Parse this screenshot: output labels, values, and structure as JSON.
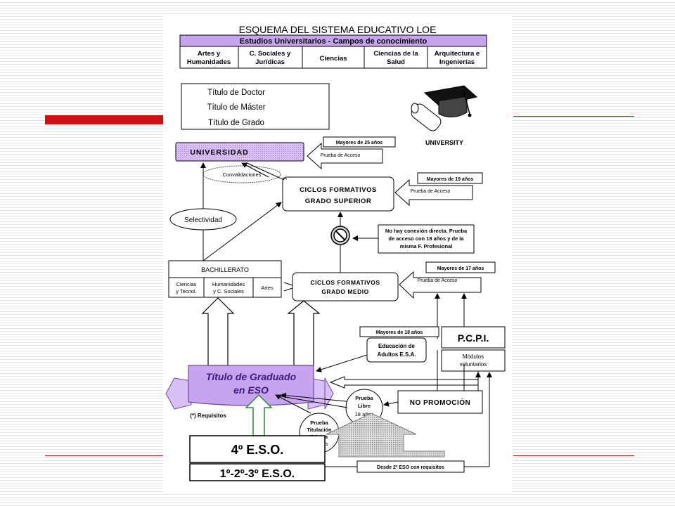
{
  "title": "ESQUEMA DEL SISTEMA EDUCATIVO LOE",
  "estudios_header": "Estudios Universitarios - Campos de conocimiento",
  "campos": [
    {
      "l1": "Artes y",
      "l2": "Humanidades"
    },
    {
      "l1": "C. Sociales y",
      "l2": "Jurídicas"
    },
    {
      "l1": "Ciencias",
      "l2": ""
    },
    {
      "l1": "Ciencias de la",
      "l2": "Salud"
    },
    {
      "l1": "Arquitectura e",
      "l2": "Ingenierías"
    }
  ],
  "titulos": [
    "Título de Doctor",
    "Título de Máster",
    "Título de Grado"
  ],
  "university_label": "UNIVERSITY",
  "universidad": "UNIVERSIDAD",
  "mayores_25": "Mayores de 25 años",
  "prueba_acceso_1": "Prueba de Acceso",
  "convalidaciones": "Convalidaciones",
  "cfgs": {
    "l1": "CICLOS FORMATIVOS",
    "l2": "GRADO SUPERIOR"
  },
  "mayores_19": "Mayores de 19 años",
  "prueba_acceso_2": "Prueba de Acceso",
  "selectividad": "Selectividad",
  "no_conexion": {
    "l1": "No hay conexión directa. Prueba",
    "l2": "de acceso con 18 años y de la",
    "l3": "misma F. Profesional"
  },
  "bachillerato": {
    "title": "BACHILLERATO",
    "ciencias": {
      "l1": "Ciencias",
      "l2": "y Tecnol."
    },
    "humanidades": {
      "l1": "Humanidades",
      "l2": "y C. Sociales"
    },
    "artes": "Artes"
  },
  "cfgm": {
    "l1": "CICLOS FORMATIVOS",
    "l2": "GRADO MEDIO"
  },
  "mayores_17": "Mayores de 17 años",
  "prueba_acceso_3": "Prueba de Acceso",
  "mayores_18": "Mayores de 18 años",
  "esa": {
    "l1": "Educación de",
    "l2": "Adultos   E.S.A."
  },
  "pcpi": "P.C.P.I.",
  "modulos": {
    "l1": "Módulos",
    "l2": "voluntarios"
  },
  "graduado": {
    "l1": "Título de Graduado",
    "l2": "en ESO"
  },
  "prueba_libre": {
    "l1": "Prueba",
    "l2": "Libre",
    "l3": "18 años"
  },
  "no_promocion": "NO  PROMOCIÓN",
  "requisitos": "(*) Requisitos",
  "prueba_titulacion": {
    "l1": "Prueba",
    "l2": "Titulación",
    "l3": "Básica",
    "l4": "18 años"
  },
  "eso4": "4º E.S.O.",
  "eso123": "1º-2º-3º E.S.O.",
  "desde_2": "Desde 2º ESO con requisitos",
  "colors": {
    "accent_red": "#cc1111",
    "lavender": "#c8a4f0",
    "green_arrow": "#2e8b2e",
    "purple_text": "#3a1a7a"
  }
}
